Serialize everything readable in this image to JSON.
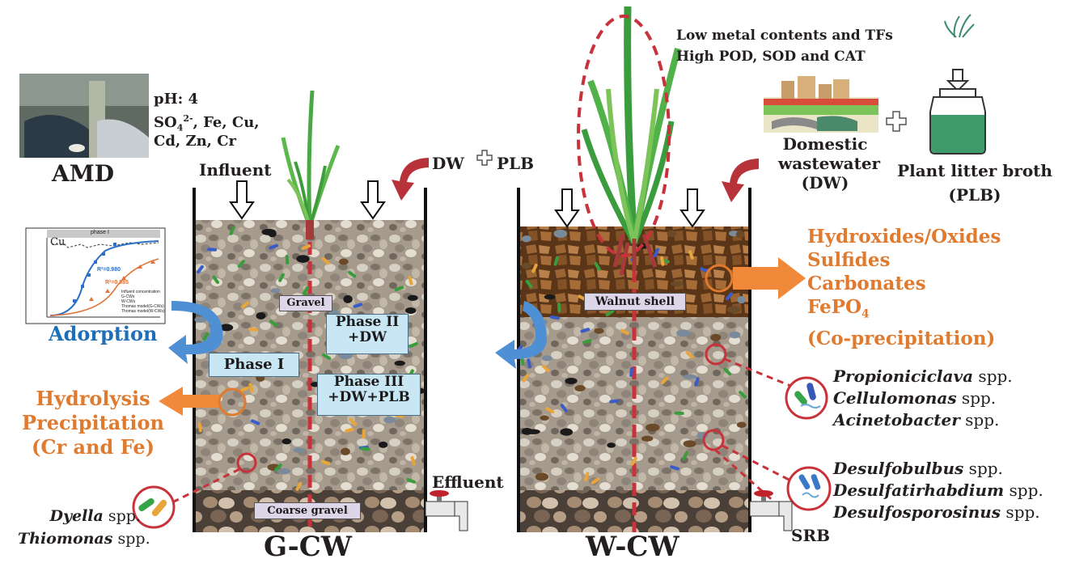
{
  "amd": {
    "title": "AMD",
    "ph": "pH: 4",
    "ions_line1_prefix": "SO",
    "ions_line1_sub": "4",
    "ions_line1_sup": "2-",
    "ions_line1_rest": ", Fe, Cu,",
    "ions_line2": "Cd, Zn, Cr"
  },
  "gcw": {
    "title": "G-CW",
    "influent": "Influent",
    "dw_plb": "DW",
    "plb": "PLB",
    "gravel": "Gravel",
    "coarse_gravel": "Coarse gravel",
    "phase1": "Phase I",
    "phase2_l1": "Phase II",
    "phase2_l2": "+DW",
    "phase3_l1": "Phase III",
    "phase3_l2": "+DW+PLB",
    "effluent": "Effluent"
  },
  "wcw": {
    "title": "W-CW",
    "walnut_shell": "Walnut shell",
    "srb": "SRB",
    "plant_notes_l1": "Low metal contents and TFs",
    "plant_notes_l2": "High POD, SOD and CAT"
  },
  "inputs": {
    "dw_l1": "Domestic",
    "dw_l2": "wastewater",
    "dw_l3": "(DW)",
    "plb_l1": "Plant litter broth",
    "plb_l2": "(PLB)"
  },
  "mechanisms": {
    "adsorption": "Adorption",
    "hydrolysis_l1": "Hydrolysis",
    "hydrolysis_l2": "Precipitation",
    "hydrolysis_l3": "(Cr and Fe)",
    "precip": [
      "Hydroxides/Oxides",
      "Sulfides",
      "Carbonates",
      "FePO",
      "(Co-precipitation)"
    ],
    "fepo_sub": "4"
  },
  "bacteria": {
    "g_group": [
      {
        "name": "Dyella",
        "suffix": " spp."
      },
      {
        "name": "Thiomonas",
        "suffix": " spp."
      }
    ],
    "w_group1": [
      {
        "name": "Propioniciclava",
        "suffix": " spp."
      },
      {
        "name": "Cellulomonas",
        "suffix": " spp."
      },
      {
        "name": "Acinetobacter",
        "suffix": " spp."
      }
    ],
    "w_group2": [
      {
        "name": "Desulfobulbus",
        "suffix": " spp."
      },
      {
        "name": "Desulfatirhabdium",
        "suffix": " spp."
      },
      {
        "name": "Desulfosporosinus",
        "suffix": " spp."
      }
    ]
  },
  "inset_chart": {
    "title": "phase I",
    "element": "Cu",
    "r2_a": "R²=0.980",
    "r2_b": "R²=0.885",
    "legend": [
      "Influent concentration",
      "G-CWs",
      "W-CWs",
      "Thomas model(G-CWs)",
      "Thomas model(W-CWs)"
    ]
  },
  "colors": {
    "orange": "#e07a2e",
    "blue": "#1f6fb8",
    "red_dash": "#c8323a",
    "label_bg": "#c9e6f5"
  }
}
